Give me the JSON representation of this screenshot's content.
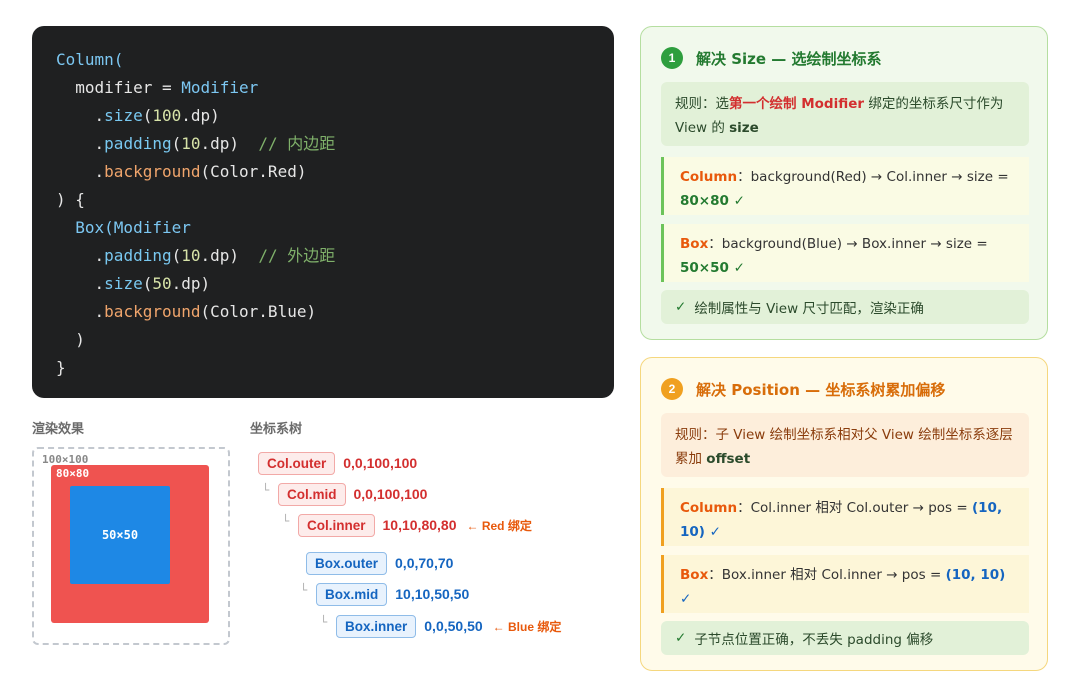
{
  "code": {
    "lines": [
      [
        {
          "c": "t-class",
          "t": "Column("
        }
      ],
      [
        {
          "c": "t-plain",
          "t": "  modifier = "
        },
        {
          "c": "t-class",
          "t": "Modifier"
        }
      ],
      [
        {
          "c": "t-plain",
          "t": "    ."
        },
        {
          "c": "t-fn",
          "t": "size"
        },
        {
          "c": "t-plain",
          "t": "("
        },
        {
          "c": "t-num",
          "t": "100"
        },
        {
          "c": "t-plain",
          "t": ".dp)"
        }
      ],
      [
        {
          "c": "t-plain",
          "t": "    ."
        },
        {
          "c": "t-fn",
          "t": "padding"
        },
        {
          "c": "t-plain",
          "t": "("
        },
        {
          "c": "t-num",
          "t": "10"
        },
        {
          "c": "t-plain",
          "t": ".dp)  "
        },
        {
          "c": "t-comment",
          "t": "// 内边距"
        }
      ],
      [
        {
          "c": "t-plain",
          "t": "    ."
        },
        {
          "c": "t-method",
          "t": "background"
        },
        {
          "c": "t-plain",
          "t": "(Color.Red)"
        }
      ],
      [
        {
          "c": "t-plain",
          "t": ") {"
        }
      ],
      [
        {
          "c": "t-plain",
          "t": "  "
        },
        {
          "c": "t-class",
          "t": "Box(Modifier"
        }
      ],
      [
        {
          "c": "t-plain",
          "t": "    ."
        },
        {
          "c": "t-fn",
          "t": "padding"
        },
        {
          "c": "t-plain",
          "t": "("
        },
        {
          "c": "t-num",
          "t": "10"
        },
        {
          "c": "t-plain",
          "t": ".dp)  "
        },
        {
          "c": "t-comment",
          "t": "// 外边距"
        }
      ],
      [
        {
          "c": "t-plain",
          "t": "    ."
        },
        {
          "c": "t-fn",
          "t": "size"
        },
        {
          "c": "t-plain",
          "t": "("
        },
        {
          "c": "t-num",
          "t": "50"
        },
        {
          "c": "t-plain",
          "t": ".dp)"
        }
      ],
      [
        {
          "c": "t-plain",
          "t": "    ."
        },
        {
          "c": "t-method",
          "t": "background"
        },
        {
          "c": "t-plain",
          "t": "(Color.Blue)"
        }
      ],
      [
        {
          "c": "t-plain",
          "t": "  )"
        }
      ],
      [
        {
          "c": "t-plain",
          "t": "}"
        }
      ]
    ]
  },
  "render": {
    "title": "渲染效果",
    "outer_label": "100×100",
    "red_label": "80×80",
    "blue_label": "50×50"
  },
  "tree": {
    "title": "坐标系树",
    "elbow": "└",
    "nodes": [
      {
        "name": "Col.outer",
        "coord": "0,0,100,100",
        "color": "red",
        "bind": ""
      },
      {
        "name": "Col.mid",
        "coord": "0,0,100,100",
        "color": "red",
        "bind": ""
      },
      {
        "name": "Col.inner",
        "coord": "10,10,80,80",
        "color": "red",
        "bind": "← Red 绑定"
      },
      {
        "name": "Box.outer",
        "coord": "0,0,70,70",
        "color": "blue",
        "bind": ""
      },
      {
        "name": "Box.mid",
        "coord": "10,10,50,50",
        "color": "blue",
        "bind": ""
      },
      {
        "name": "Box.inner",
        "coord": "0,0,50,50",
        "color": "blue",
        "bind": "← Blue 绑定"
      }
    ]
  },
  "card_size": {
    "step": "1",
    "title": "解决 Size — 选绘制坐标系",
    "rule_prefix": "规则：选",
    "rule_highlight": "第一个绘制 Modifier",
    "rule_middle": " 绑定的坐标系尺寸作为 View 的 ",
    "rule_end": "size",
    "items": [
      {
        "name": "Column",
        "sep": "：",
        "text": "background(Red) → Col.inner → size = ",
        "value": "80×80 ✓"
      },
      {
        "name": "Box",
        "sep": "：",
        "text": "background(Blue) → Box.inner → size = ",
        "value": "50×50 ✓"
      }
    ],
    "ok_mark": "✓",
    "ok_text": "绘制属性与 View 尺寸匹配，渲染正确"
  },
  "card_position": {
    "step": "2",
    "title": "解决 Position — 坐标系树累加偏移",
    "rule_text": "规则：子 View 绘制坐标系相对父 View 绘制坐标系逐层累加 ",
    "rule_end": "offset",
    "items": [
      {
        "name": "Column",
        "sep": "：",
        "text": "Col.inner 相对 Col.outer → pos = ",
        "value": "(10, 10) ✓"
      },
      {
        "name": "Box",
        "sep": "：",
        "text": "Box.inner 相对 Col.inner → pos = ",
        "value": "(10, 10) ✓"
      }
    ],
    "ok_mark": "✓",
    "ok_text": "子节点位置正确，不丢失 padding 偏移"
  }
}
